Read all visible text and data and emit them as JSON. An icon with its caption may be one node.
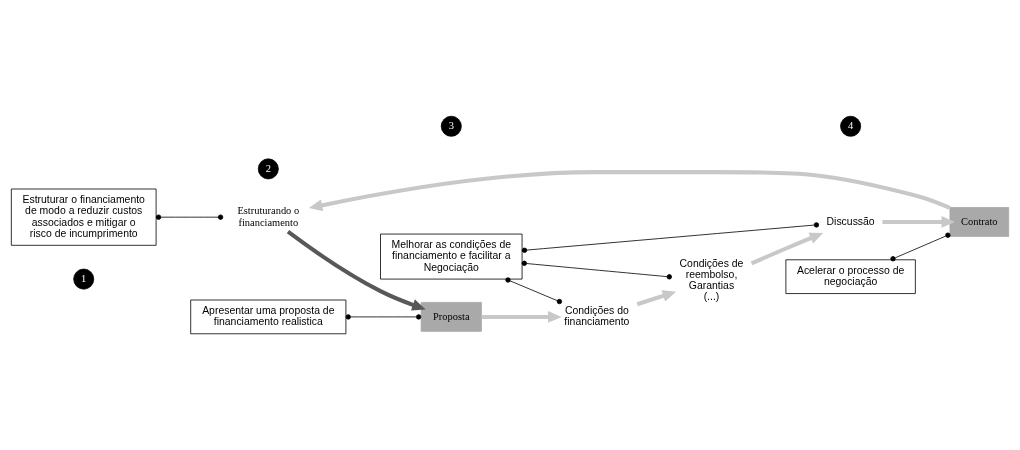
{
  "diagram": {
    "nodes": [
      {
        "text": [
          "1"
        ]
      },
      {
        "text": [
          "Estruturar o financiamento de modo a reduzir custos associados e mitigar o risco de incumprimento"
        ]
      },
      {
        "text": [
          "2"
        ]
      },
      {
        "text": [
          "Apresentar uma proposta de financiamento realistica"
        ]
      },
      {
        "text": [
          "3"
        ]
      },
      {
        "text": [
          "Melhorar as condições de financiamento e facilitar a Negociação"
        ]
      },
      {
        "text": [
          "4"
        ]
      },
      {
        "text": [
          "Acelerar o processo de negociação"
        ]
      },
      {
        "text": [
          "Estruturando o financiamento"
        ]
      },
      {
        "text": [
          "Proposta"
        ]
      },
      {
        "text": [
          "Condições do financiamento"
        ]
      },
      {
        "text": [
          "Condições de reembolso, Garantias (...)"
        ]
      },
      {
        "text": [
          "Discussão"
        ]
      },
      {
        "text": [
          "Contrato"
        ]
      }
    ],
    "edges": [
      {
        "from": 1,
        "to": 8,
        "arrow": "other"
      },
      {
        "from": 3,
        "to": 9,
        "arrow": "other"
      },
      {
        "from": 5,
        "to": 10,
        "arrow": "other"
      },
      {
        "from": 5,
        "to": 11,
        "arrow": "other"
      },
      {
        "from": 5,
        "to": 12,
        "arrow": "other"
      },
      {
        "from": 7,
        "to": 13,
        "arrow": "other"
      },
      {
        "from": 8,
        "to": 9,
        "arrow": "to",
        "style": "thick",
        "color": "#58585a"
      },
      {
        "from": 9,
        "to": 10,
        "arrow": "to",
        "style": "thick",
        "color": "#c8c8c8"
      },
      {
        "from": 10,
        "to": 11,
        "arrow": "to",
        "style": "thick",
        "color": "#c8c8c8"
      },
      {
        "from": 11,
        "to": 12,
        "arrow": "to",
        "style": "thick",
        "color": "#c8c8c8"
      },
      {
        "from": 12,
        "to": 13,
        "arrow": "to",
        "style": "thick",
        "color": "#c8c8c8"
      },
      {
        "from": 13,
        "to": 8,
        "arrow": "to",
        "style": "thick",
        "color": "#c8c8c8"
      }
    ]
  }
}
